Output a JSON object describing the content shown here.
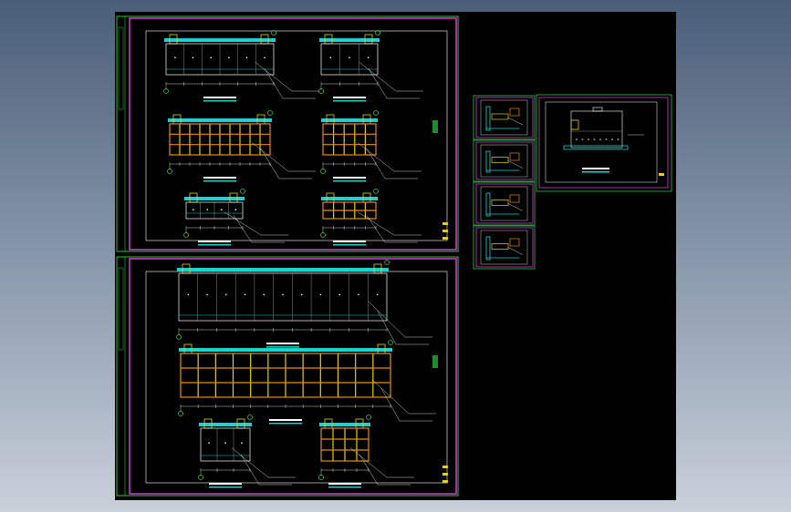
{
  "app": {
    "title": ""
  },
  "colors": {
    "background": "#000000",
    "viewport_gradient_top": "#4a5e78",
    "viewport_gradient_bottom": "#c9d0da",
    "border_green": "#28c83c",
    "border_magenta": "#d23cd2",
    "line_white": "#ffffff",
    "line_cyan": "#19d2d2",
    "line_yellow": "#e6d200",
    "line_orange": "#e68c14",
    "line_gray": "#8c8c8c"
  },
  "sheets": {
    "sheet1": {
      "name": "elevation-sheet-top",
      "section_titles": [
        "",
        "",
        "",
        "",
        "",
        ""
      ],
      "side_stamp": ""
    },
    "sheet2": {
      "name": "elevation-sheet-bottom",
      "section_titles": [
        "",
        "",
        "",
        ""
      ],
      "side_stamp": ""
    },
    "detail_sheets": [
      {
        "name": "detail-sheet-1"
      },
      {
        "name": "detail-sheet-2"
      },
      {
        "name": "detail-sheet-3"
      },
      {
        "name": "detail-sheet-4"
      },
      {
        "name": "detail-sheet-5"
      }
    ]
  }
}
